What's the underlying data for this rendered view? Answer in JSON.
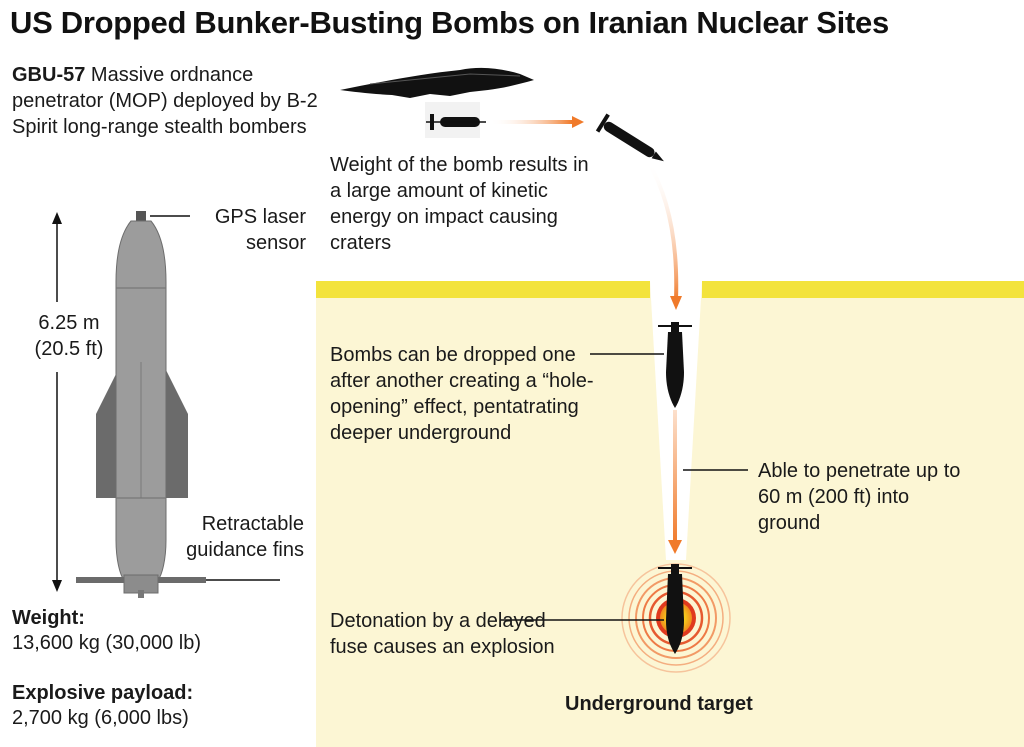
{
  "title": "US Dropped Bunker-Busting Bombs on Iranian Nuclear Sites",
  "intro": {
    "bomb_name": "GBU-57",
    "description": "Massive ordnance penetrator (MOP) deployed by B-2 Spirit long-range stealth bombers"
  },
  "bomb_labels": {
    "gps": "GPS laser sensor",
    "length_m": "6.25 m",
    "length_ft": "(20.5 ft)",
    "fins": "Retractable guidance fins"
  },
  "stats": {
    "weight_label": "Weight:",
    "weight_value": "13,600 kg (30,000 lb)",
    "payload_label": "Explosive payload:",
    "payload_value": "2,700 kg (6,000 lbs)"
  },
  "annotations": {
    "kinetic": "Weight of the bomb results in a large amount of kinetic energy on impact causing craters",
    "hole_opening": "Bombs can be dropped one after another creating a “hole-opening” effect, pentatrating deeper underground",
    "penetrate": "Able to penetrate up to 60 m (200 ft) into ground",
    "detonation": "Detonation by a delayed fuse causes an explosion",
    "target": "Underground target"
  },
  "colors": {
    "ground": "#fcf6d4",
    "ground_surface": "#f3e33c",
    "arrow": "#f07a2a",
    "bomb_gray": "#9c9c9c",
    "fin_gray": "#6b6b6b",
    "silhouette": "#111111",
    "explosion_yellow": "#f5e21c",
    "explosion_red": "#e03a1e"
  }
}
